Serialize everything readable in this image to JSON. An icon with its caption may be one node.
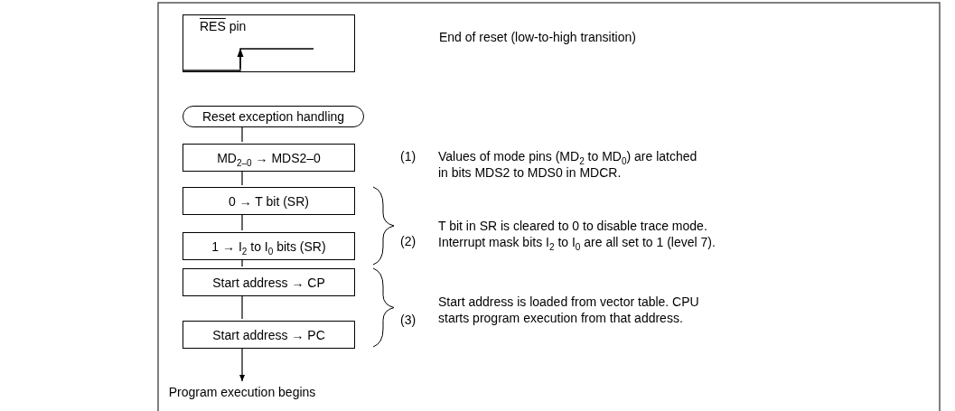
{
  "diagram": {
    "nodes": [
      {
        "text": [
          "RES pin"
        ]
      },
      {
        "text": [
          "Reset exception handling"
        ]
      },
      {
        "text": [
          "MD$_{2–0}$ → MDS2–0"
        ]
      },
      {
        "text": [
          "0 → T bit (SR)"
        ]
      },
      {
        "text": [
          "1 → I$_{2}$ to I$_{0}$ bits (SR)"
        ]
      },
      {
        "text": [
          "Start address → CP"
        ]
      },
      {
        "text": [
          "Start address → PC"
        ]
      },
      {
        "text": [
          "Program execution begins"
        ]
      }
    ],
    "edges": [
      {
        "from": 1,
        "to": 2,
        "arrow": "none"
      },
      {
        "from": 2,
        "to": 3,
        "arrow": "none"
      },
      {
        "from": 3,
        "to": 4,
        "arrow": "none"
      },
      {
        "from": 4,
        "to": 5,
        "arrow": "none"
      },
      {
        "from": 5,
        "to": 6,
        "arrow": "none"
      },
      {
        "from": 6,
        "to": 7,
        "arrow": "to"
      }
    ],
    "labels": [
      "End of reset (low-to-high transition)",
      "(1)",
      "Values of mode pins (MD$_{2}$ to MD$_{0}$) are latched in bits MDS2 to MDS0 in MDCR.",
      "(2)",
      "T bit in SR is cleared to 0 to disable trace mode. Interrupt mask bits I$_{2}$ to I$_{0}$ are all set to 1 (level 7).",
      "(3)",
      "Start address is loaded from vector table. CPU starts program execution from that address."
    ]
  }
}
